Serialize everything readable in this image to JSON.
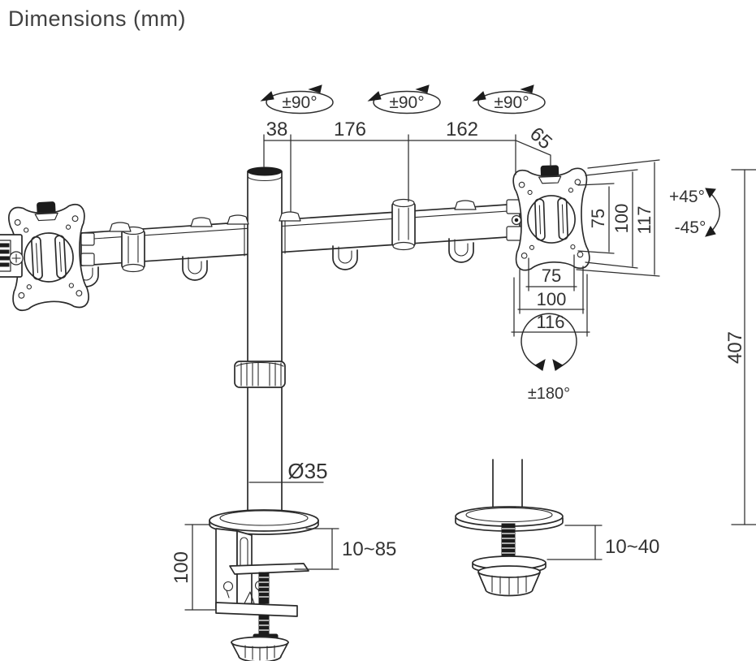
{
  "title": "Dimensions (mm)",
  "colors": {
    "line": "#2a2a2a",
    "dark_fill": "#1c1c1c",
    "text": "#333333",
    "title_text": "#414141",
    "background": "#ffffff"
  },
  "diagram": {
    "type": "technical-dimension-drawing",
    "subject": "dual monitor desk mount arm with C-clamp and grommet base options",
    "unit": "mm",
    "rotations": {
      "left_joint_swivel": "±90°",
      "center_joint_swivel": "±90°",
      "right_joint_swivel": "±90°",
      "tilt_up": "+45°",
      "tilt_down": "-45°",
      "head_rotation": "±180°"
    },
    "dims": {
      "pole_offset": "38",
      "arm_segment_inner": "176",
      "arm_segment_outer": "162",
      "head_depth": "65",
      "vesa_vertical_inner": "75",
      "vesa_vertical_outer": "100",
      "plate_height": "117",
      "vesa_horizontal_inner": "75",
      "vesa_horizontal_outer": "100",
      "plate_width": "116",
      "pole_height": "407",
      "pole_diameter": "Ø35",
      "clamp_bracket_height": "100",
      "clamp_desk_thickness": "10~85",
      "grommet_desk_thickness": "10~40"
    }
  }
}
